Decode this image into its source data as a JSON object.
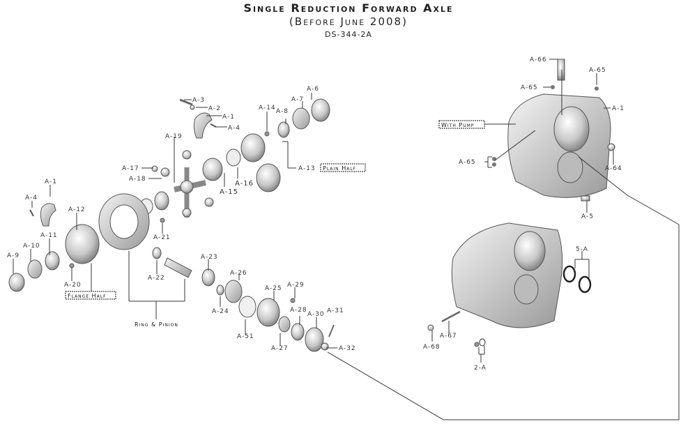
{
  "header": {
    "title": "Single Reduction Forward Axle",
    "subtitle": "(Before June 2008)",
    "drawing_number": "DS-344-2A"
  },
  "callouts": {
    "group_labels": {
      "plain_half": "Plain Half",
      "flange_half": "Flange Half",
      "with_pump": "With Pump",
      "ring_pinion": "Ring & Pinion"
    },
    "parts": [
      "A-1",
      "A-2",
      "A-3",
      "A-4",
      "A-5",
      "A-6",
      "A-7",
      "A-8",
      "A-9",
      "A-10",
      "A-11",
      "A-12",
      "A-13",
      "A-14",
      "A-15",
      "A-16",
      "A-17",
      "A-18",
      "A-19",
      "A-20",
      "A-21",
      "A-22",
      "A-23",
      "A-24",
      "A-25",
      "A-26",
      "A-27",
      "A-28",
      "A-29",
      "A-30",
      "A-31",
      "A-32",
      "A-51",
      "A-64",
      "A-65",
      "A-66",
      "A-67",
      "A-68",
      "2-A",
      "5-A"
    ]
  }
}
